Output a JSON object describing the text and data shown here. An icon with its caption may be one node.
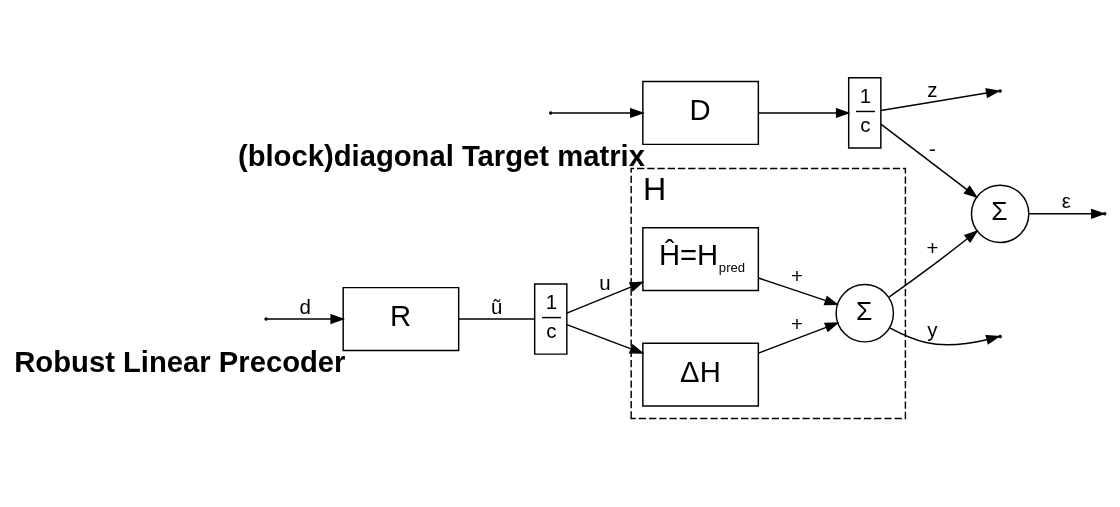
{
  "diagram": {
    "nodes": [
      {
        "text": [
          "H"
        ]
      },
      {
        "text": [
          "ΔH"
        ],
        "in": 0
      },
      {
        "text": [
          "Ĥ=H$_{pred}$"
        ],
        "in": 0
      },
      {
        "text": [
          "Σ"
        ],
        "in": 0
      },
      {
        "text": [
          "R"
        ],
        "beside": [
          "Robust Linear Precoder"
        ]
      },
      {
        "text": [
          "1",
          "c"
        ]
      },
      {
        "text": [
          "D"
        ],
        "beside": [
          "(block)diagonal Target matrix"
        ]
      },
      {
        "text": [
          "1",
          "c"
        ]
      },
      {
        "text": [
          "Σ"
        ]
      }
    ],
    "edges": [
      {
        "from": null,
        "to": 4,
        "arrow": "to",
        "label": "d"
      },
      {
        "from": null,
        "to": 6,
        "arrow": "to"
      },
      {
        "from": 4,
        "to": 5,
        "arrow": "none",
        "label": "ũ"
      },
      {
        "from": 5,
        "to": 1,
        "arrow": "to"
      },
      {
        "from": 5,
        "to": 2,
        "arrow": "to",
        "label": "u"
      },
      {
        "from": 1,
        "to": 3,
        "arrow": "to",
        "label": "+"
      },
      {
        "from": 2,
        "to": 3,
        "arrow": "to",
        "label": "+"
      },
      {
        "from": 3,
        "to": null,
        "arrow": "to",
        "label": "y"
      },
      {
        "from": 3,
        "to": 8,
        "arrow": "to",
        "label": "+"
      },
      {
        "from": 8,
        "to": null,
        "arrow": "to",
        "label": "ε"
      },
      {
        "from": 6,
        "to": 7,
        "arrow": "to"
      },
      {
        "from": 7,
        "to": null,
        "arrow": "to",
        "label": "z"
      },
      {
        "from": 7,
        "to": 8,
        "arrow": "to",
        "label": "-"
      }
    ]
  }
}
